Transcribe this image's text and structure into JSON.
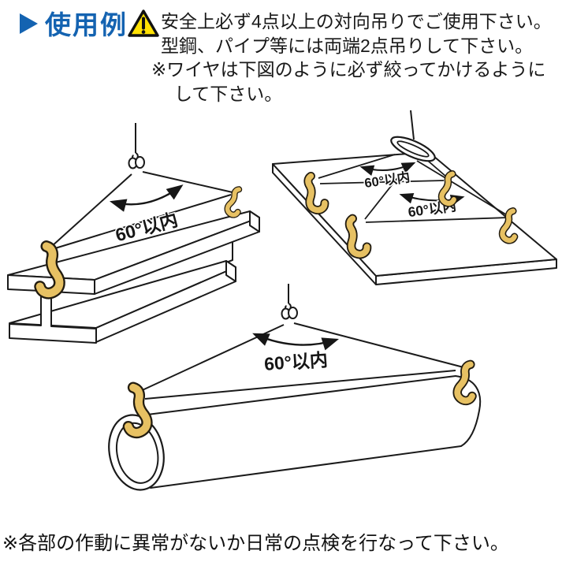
{
  "header": {
    "title": "使用例",
    "warning_line1": "安全上必ず4点以上の対向吊りでご使用下さい。",
    "warning_line2": "型鋼、パイプ等には両端2点吊りして下さい。",
    "warning_line3": "※ワイヤは下図のように必ず絞ってかけるように",
    "warning_line4": "して下さい。"
  },
  "diagrams": {
    "beam": {
      "angle_label": "60°以内"
    },
    "plate": {
      "upper_angle_label": "60°以内",
      "lower_angle_label": "60°以内"
    },
    "pipe": {
      "angle_label": "60°以内"
    }
  },
  "footer": {
    "note": "※各部の作動に異常がないか日常の点検を行なって下さい。"
  },
  "colors": {
    "accent_blue": "#1463b1",
    "warning_yellow": "#ffe103",
    "clamp_gold": "#e7c163",
    "line_black": "#1a1a1a"
  }
}
